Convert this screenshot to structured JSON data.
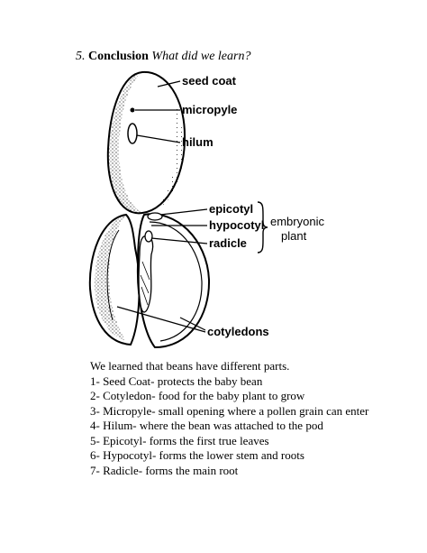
{
  "heading": {
    "number": "5.",
    "word": "Conclusion",
    "question": "What did we learn?"
  },
  "diagram": {
    "labels": {
      "seed_coat": "seed coat",
      "micropyle": "micropyle",
      "hilum": "hilum",
      "epicotyl": "epicotyl",
      "hypocotyl": "hypocotyl",
      "radicle": "radicle",
      "embryonic_line1": "embryonic",
      "embryonic_line2": "plant",
      "cotyledons": "cotyledons"
    }
  },
  "text": {
    "intro": "We learned that beans have different parts.",
    "items": [
      "1- Seed Coat- protects the baby bean",
      "2- Cotyledon- food for the baby plant to grow",
      "3- Micropyle- small opening where a pollen grain can enter",
      "4- Hilum- where the bean was attached to the pod",
      "5- Epicotyl- forms the first true leaves",
      "6- Hypocotyl- forms the lower stem and roots",
      "7- Radicle- forms the main root"
    ]
  }
}
